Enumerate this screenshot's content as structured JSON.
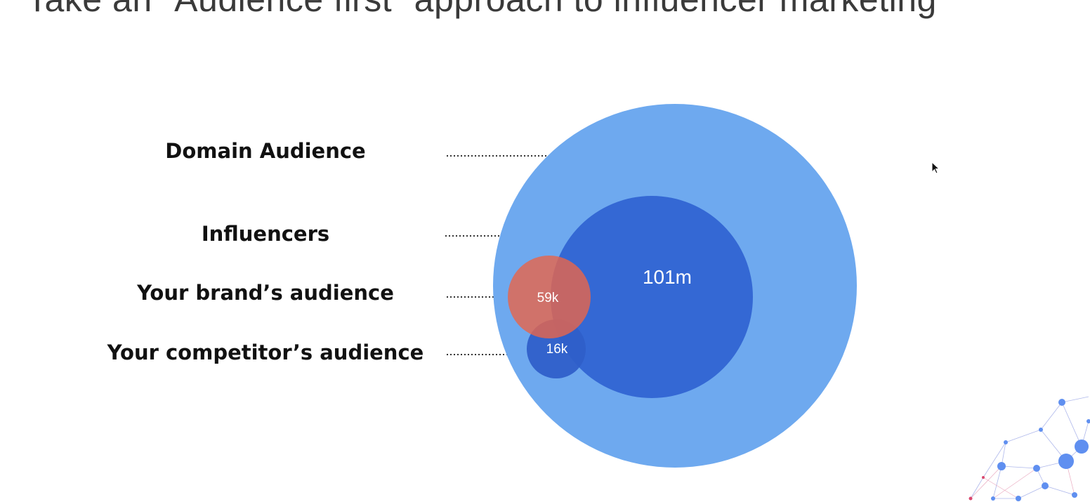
{
  "slide": {
    "title": "Take an “Audience first” approach to influencer marketing"
  },
  "labels": {
    "domain": "Domain Audience",
    "influencers": "Influencers",
    "brand": "Your brand’s audience",
    "competitor": "Your competitor’s audience"
  },
  "values": {
    "influencers": "101m",
    "brand": "59k",
    "competitor": "16k"
  },
  "colors": {
    "domain_circle": "#6ea9ef",
    "influencers_circle": "#3468d4",
    "brand_circle": "#e5654d",
    "competitor_circle": "#2f5fc9",
    "leader_line": "#333333"
  },
  "icons": {
    "cursor": "mouse-pointer-icon",
    "decoration": "network-graph-decoration"
  }
}
